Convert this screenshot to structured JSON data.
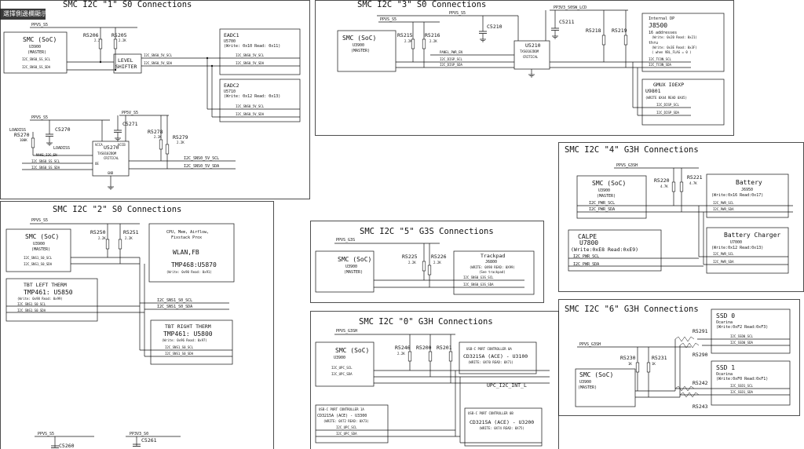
{
  "toolbar": {
    "sidebar_toggle": "選擇側邊欄顯示"
  },
  "panels": {
    "s1": {
      "title": "SMC I2C \"1\" S0 Connections",
      "net_pwr": "PPVS_S5",
      "net_pwr2": "PPVS_S5",
      "master_name": "SMC (SoC)",
      "master_ref": "U3900",
      "master_role": "(MASTER)",
      "res1": "R5206",
      "res2": "R5205",
      "res_val": "2.2K",
      "shifter": [
        "LEVEL",
        "SHIFTER"
      ],
      "net_scl_soc": "I2C_SNS0_SS_SCL",
      "net_sda_soc": "I2C_SNS0_SS_SDA",
      "net_scl_5v": "I2C_SNS0_5V_SCL",
      "net_sda_5v": "I2C_SNS0_5V_SDA",
      "dev1_name": "EADC1",
      "dev1_ref": "U5700",
      "dev1_addr": "(Write: 0x10 Read: 0x11)",
      "dev2_name": "EADC2",
      "dev2_ref": "U5710",
      "dev2_addr": "(Write: 0x12 Read: 0x13)",
      "loadiss": "LOADISS",
      "res3": "R5270",
      "res3_val": "100K",
      "cap1": "C5270",
      "cap2": "C5271",
      "ic_ref": "U5270",
      "ic_part": "TXS0102DQM",
      "ic_note": "CRITICAL",
      "ic_pins": [
        "VCCA",
        "VCCB",
        "OE",
        "GND"
      ],
      "res4": "R5278",
      "res5": "R5279",
      "res45_val": "2.2K",
      "net_s5": "PP5V_S5",
      "net_lcl": "LOADISS",
      "net_bus": "MAKE_I2C_EN"
    },
    "s2": {
      "title": "SMC I2C \"2\" S0 Connections",
      "net_pwr": "PPVS_S5",
      "master_name": "SMC (SoC)",
      "master_ref": "U3900",
      "master_role": "(MASTER)",
      "res1": "R5250",
      "res2": "R5251",
      "res_val": "2.2K",
      "net_scl": "I2C_SNS1_S0_SCL",
      "net_sda": "I2C_SNS1_S0_SDA",
      "dev1_lines": [
        "CPU, Mem, Airflow,",
        "Fixstack Prox",
        "WLAN,FB",
        "TMP468:U5870",
        "(Write: 0x90 Read: 0x91)"
      ],
      "dev2_lines": [
        "TBT LEFT THERM",
        "TMP461: U5850",
        "(Write: 0x98 Read: 0x99)"
      ],
      "dev3_lines": [
        "TBT RIGHT THERM",
        "TMP461: U5800",
        "(Write: 0x96 Read: 0x97)"
      ],
      "net_pwr3": "PPVS_S5",
      "cap1": "C5260",
      "cap2": "C5261",
      "net_pp3v3": "PP3V3_S0"
    },
    "s3": {
      "title": "SMC I2C \"3\" S0 Connections",
      "net_pwr": "PPVS_S5",
      "net_pwr2": "PP3V3_S0SW_LCD",
      "master_name": "SMC (SoC)",
      "master_ref": "U3900",
      "master_role": "(MASTER)",
      "res1": "R5215",
      "res2": "R5216",
      "res_val": "2.2K",
      "net_scl": "I2C_DISP_SCL",
      "net_sda": "I2C_DISP_SDA",
      "net_en": "PANEL_PWR_EN",
      "cap1": "C5210",
      "cap2": "C5211",
      "ic_ref": "U5210",
      "ic_part": "TXS0102DQM",
      "ic_note": "CRITICAL",
      "res3": "R5218",
      "res4": "R5219",
      "net_scl2": "I2C_TCON_SCL",
      "net_sda2": "I2C_TCON_SDA",
      "dev1_lines": [
        "Internal DP",
        "J8500",
        "16 addresses",
        "(Write: 0x20 Read: 0x21)",
        "thru",
        "(Write: 0x3E Read: 0x3F)",
        "( when VBL_FLAG = 0 )"
      ],
      "dev2_lines": [
        "GMUX IOEXP",
        "U9801",
        "(WRITE 0X44 READ 0X45)"
      ],
      "net_gmux_scl": "I2C_DISP_SCL",
      "net_gmux_sda": "I2C_DISP_SDA"
    },
    "s4": {
      "title": "SMC I2C \"4\" G3H Connections",
      "net_pwr": "PPVS_G3SH",
      "res1": "R5220",
      "res2": "R5221",
      "res_val": "4.7K",
      "master_name": "SMC (SoC)",
      "master_ref": "U3900",
      "master_role": "(MASTER)",
      "net_scl": "I2C_PWR_SCL",
      "net_sda": "I2C_PWR_SDA",
      "dev1_lines": [
        "Battery",
        "J6950",
        "(Write:0x16 Read:0x17)"
      ],
      "dev2_lines": [
        "CALPE",
        "U7800",
        "(Write:0xE8 Read:0xE9)"
      ],
      "dev3_lines": [
        "Battery Charger",
        "U7000",
        "(Write:0x12 Read:0x13)"
      ]
    },
    "s5": {
      "title": "SMC I2C \"5\" G3S Connections",
      "net_pwr": "PPVS_G3S",
      "master_name": "SMC (SoC)",
      "master_ref": "U3900",
      "master_role": "(MASTER)",
      "res1": "R5225",
      "res2": "R5226",
      "res_val": "2.2K",
      "net_scl": "I2C_SNS0_G3S_SCL",
      "net_sda": "I2C_SNS0_G3S_SDA",
      "dev1_lines": [
        "Trackpad",
        "J6800",
        "(WRITE: 0X98 READ: 0X99)",
        "(See trackpad)"
      ]
    },
    "s0": {
      "title": "SMC I2C \"0\" G3H Connections",
      "net_pwr": "PPVS_G3SH",
      "master_name": "SMC (SoC)",
      "master_ref": "U3900",
      "master_role": "(MASTER)",
      "res1": "R5246",
      "res2": "R5200",
      "res3": "R5201",
      "res_val": "2.2K",
      "net_scl": "I2C_UPC_SCL",
      "net_sda": "I2C_UPC_SDA",
      "net_int": "UPC_I2C_INT_L",
      "dev1_lines": [
        "USB-C PORT CONTROLLER 0A",
        "CD3215A (ACE) - U3100",
        "(WRITE: 0X70 READ: 0X71)"
      ],
      "dev2_lines": [
        "USB-C PORT CONTROLLER 1A",
        "CD3215A (ACE) - U3300",
        "(WRITE: 0X72 READ: 0X73)"
      ],
      "dev3_lines": [
        "USB-C PORT CONTROLLER 0B",
        "CD3215A (ACE) - U3200",
        "(WRITE: 0X74 READ: 0X75)"
      ]
    },
    "s6": {
      "title": "SMC I2C \"6\" G3H Connections",
      "net_pwr": "PPVS_G3SH",
      "master_name": "SMC (SoC)",
      "master_ref": "U3900",
      "master_role": "(MASTER)",
      "res1": "R5230",
      "res2": "R5231",
      "res_val": "1K",
      "res3": "R5291",
      "res4": "R5290",
      "res5": "R5242",
      "res6": "R5243",
      "net_scl0": "I2C_SSD0_SCL",
      "net_sda0": "I2C_SSD0_SDA",
      "net_scl1": "I2C_SSD1_SCL",
      "net_sda1": "I2C_SSD1_SDA",
      "dev1_lines": [
        "SSD 0",
        "Ocarina",
        "(Write:0xF2 Read:0xF3)"
      ],
      "dev2_lines": [
        "SSD 1",
        "Ocarina",
        "(Write:0xF0 Read:0xF1)"
      ]
    }
  }
}
